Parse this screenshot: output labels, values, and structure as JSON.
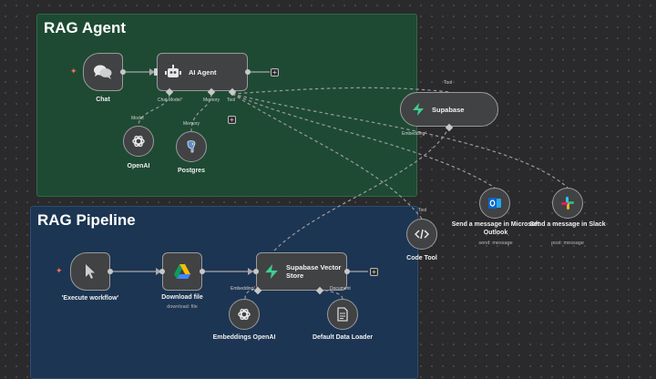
{
  "canvas": {
    "sticky_rag_agent": {
      "title": "RAG Agent",
      "color": "#1e4a33"
    },
    "sticky_rag_pipeline": {
      "title": "RAG Pipeline",
      "color": "#1c3552"
    }
  },
  "nodes": {
    "chat": {
      "label": "Chat",
      "icon": "chat-bubbles-icon"
    },
    "ai_agent": {
      "label": "AI Agent",
      "icon": "robot-icon",
      "ports": {
        "chat_model": "Chat Model",
        "memory": "Memory",
        "tool": "Tool"
      }
    },
    "openai": {
      "label": "OpenAI",
      "port": "Model",
      "icon": "openai-icon"
    },
    "postgres": {
      "label": "Postgres",
      "port": "Memory",
      "icon": "postgres-elephant-icon"
    },
    "supabase": {
      "label": "Supabase",
      "port_top": "Tool",
      "port_bottom": "Embedding",
      "icon": "supabase-bolt-icon",
      "color": "#3ecf8e"
    },
    "code_tool": {
      "label": "Code Tool",
      "port": "Tool",
      "icon": "code-brackets-icon"
    },
    "outlook": {
      "label": "Send a message in Microsoft Outlook",
      "sub": "send: message",
      "icon": "outlook-icon",
      "color": "#0a64c8"
    },
    "slack": {
      "label": "Send a message in Slack",
      "sub": "post: message",
      "icon": "slack-icon"
    },
    "execute": {
      "label": "'Execute workflow'",
      "icon": "cursor-pointer-icon"
    },
    "download": {
      "label": "Download file",
      "sub": "download: file",
      "icon": "google-drive-icon"
    },
    "vector_store": {
      "label": "Supabase Vector Store",
      "icon": "supabase-bolt-icon",
      "ports": {
        "embedding": "Embedding",
        "document": "Document"
      }
    },
    "embeddings_openai": {
      "label": "Embeddings OpenAI",
      "icon": "openai-icon"
    },
    "data_loader": {
      "label": "Default Data Loader",
      "icon": "document-icon"
    }
  }
}
